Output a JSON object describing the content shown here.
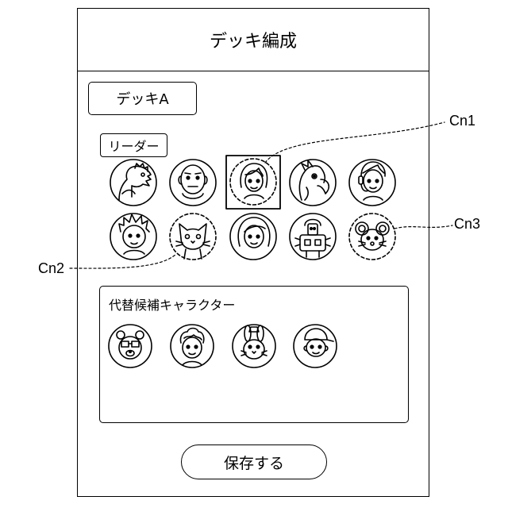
{
  "header": {
    "title": "デッキ編成"
  },
  "deck": {
    "label": "デッキA"
  },
  "leader": {
    "label": "リーダー"
  },
  "deck_slots": [
    {
      "name": "dinosaur-avatar-icon",
      "selected": false,
      "dashed": false
    },
    {
      "name": "bald-man-avatar-icon",
      "selected": false,
      "dashed": false
    },
    {
      "name": "girl-avatar-icon",
      "selected": true,
      "dashed": true
    },
    {
      "name": "parrot-avatar-icon",
      "selected": false,
      "dashed": false
    },
    {
      "name": "headset-boy-avatar-icon",
      "selected": false,
      "dashed": false
    },
    {
      "name": "spiky-hair-boy-avatar-icon",
      "selected": false,
      "dashed": false
    },
    {
      "name": "cat-avatar-icon",
      "selected": false,
      "dashed": true
    },
    {
      "name": "woman-avatar-icon",
      "selected": false,
      "dashed": false
    },
    {
      "name": "robot-avatar-icon",
      "selected": false,
      "dashed": false
    },
    {
      "name": "mouse-avatar-icon",
      "selected": false,
      "dashed": true
    }
  ],
  "substitutes": {
    "title": "代替候補キャラクター",
    "items": [
      {
        "name": "bear-avatar-icon"
      },
      {
        "name": "curly-hair-boy-avatar-icon"
      },
      {
        "name": "rabbit-avatar-icon"
      },
      {
        "name": "cap-boy-avatar-icon"
      }
    ]
  },
  "save": {
    "label": "保存する"
  },
  "callouts": {
    "cn1": "Cn1",
    "cn2": "Cn2",
    "cn3": "Cn3"
  }
}
